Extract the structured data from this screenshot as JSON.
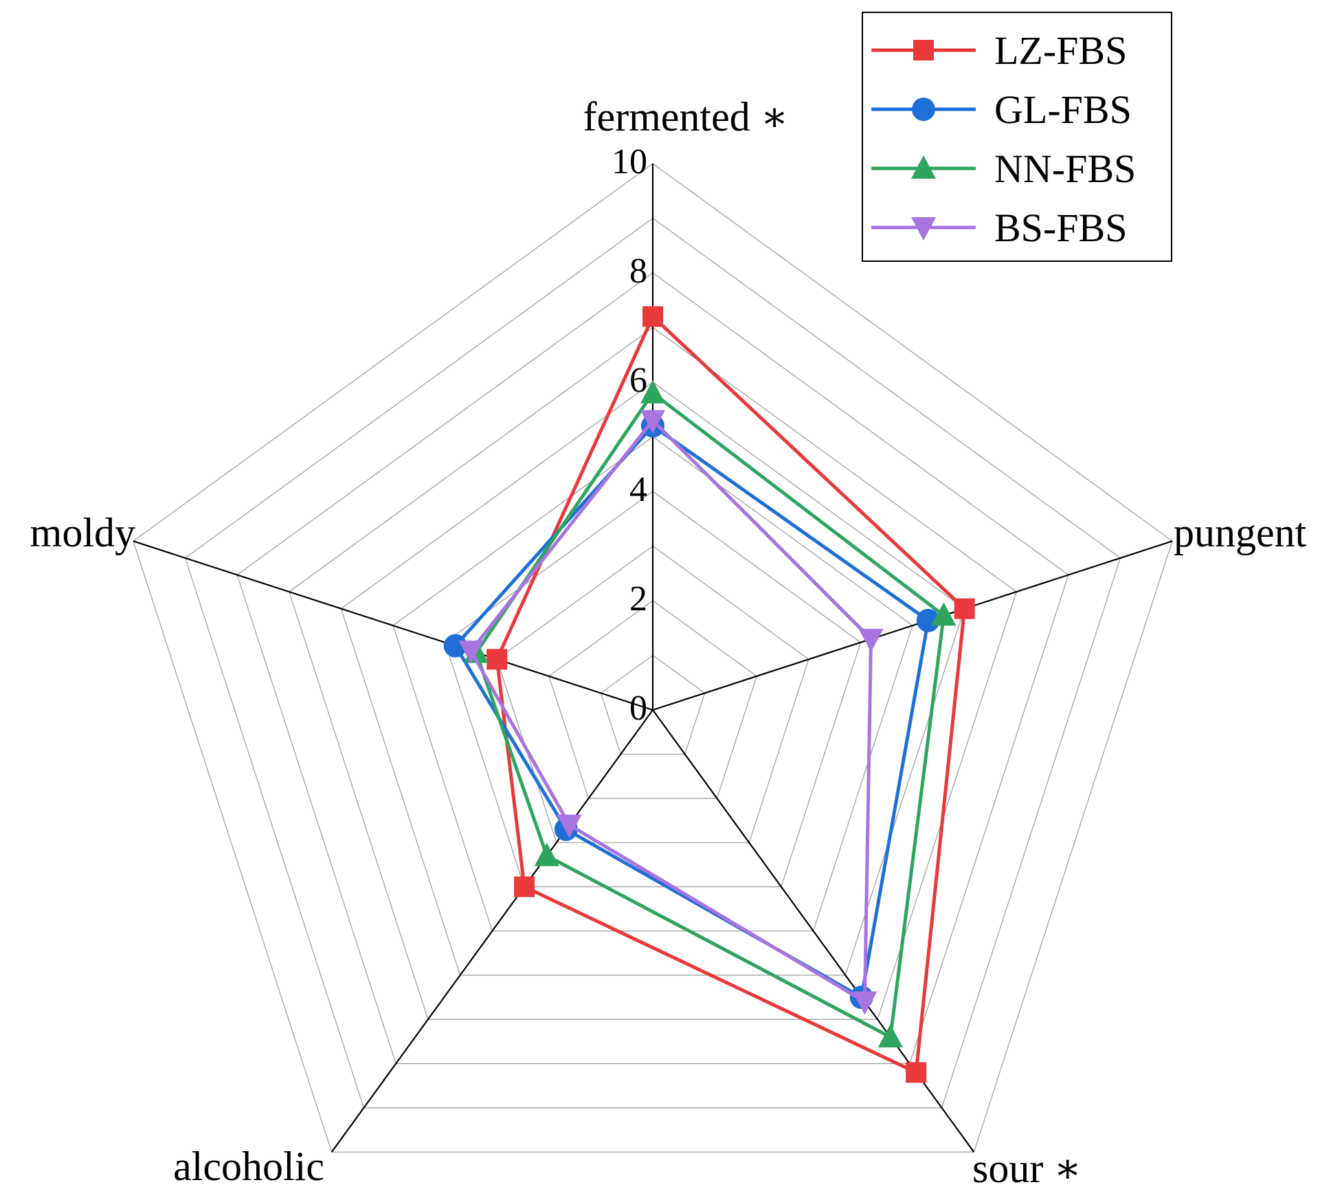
{
  "chart_data": {
    "type": "radar",
    "axes": [
      "fermented ∗",
      "pungent",
      "sour ∗",
      "alcoholic",
      "moldy"
    ],
    "ticks": [
      "0",
      "2",
      "4",
      "6",
      "8",
      "10"
    ],
    "range": [
      0,
      10
    ],
    "grid": true,
    "legend_position": "top-right",
    "series": [
      {
        "name": "LZ-FBS",
        "values": [
          7.2,
          6.0,
          8.2,
          4.0,
          3.0
        ],
        "color": "#e8393b",
        "marker": "square"
      },
      {
        "name": "GL-FBS",
        "values": [
          5.2,
          5.3,
          6.5,
          2.7,
          3.8
        ],
        "color": "#1f6fd6",
        "marker": "circle"
      },
      {
        "name": "NN-FBS",
        "values": [
          5.8,
          5.6,
          7.4,
          3.3,
          3.4
        ],
        "color": "#2ea55f",
        "marker": "triangle-up"
      },
      {
        "name": "BS-FBS",
        "values": [
          5.3,
          4.2,
          6.6,
          2.6,
          3.5
        ],
        "color": "#a774e0",
        "marker": "triangle-down"
      }
    ]
  }
}
